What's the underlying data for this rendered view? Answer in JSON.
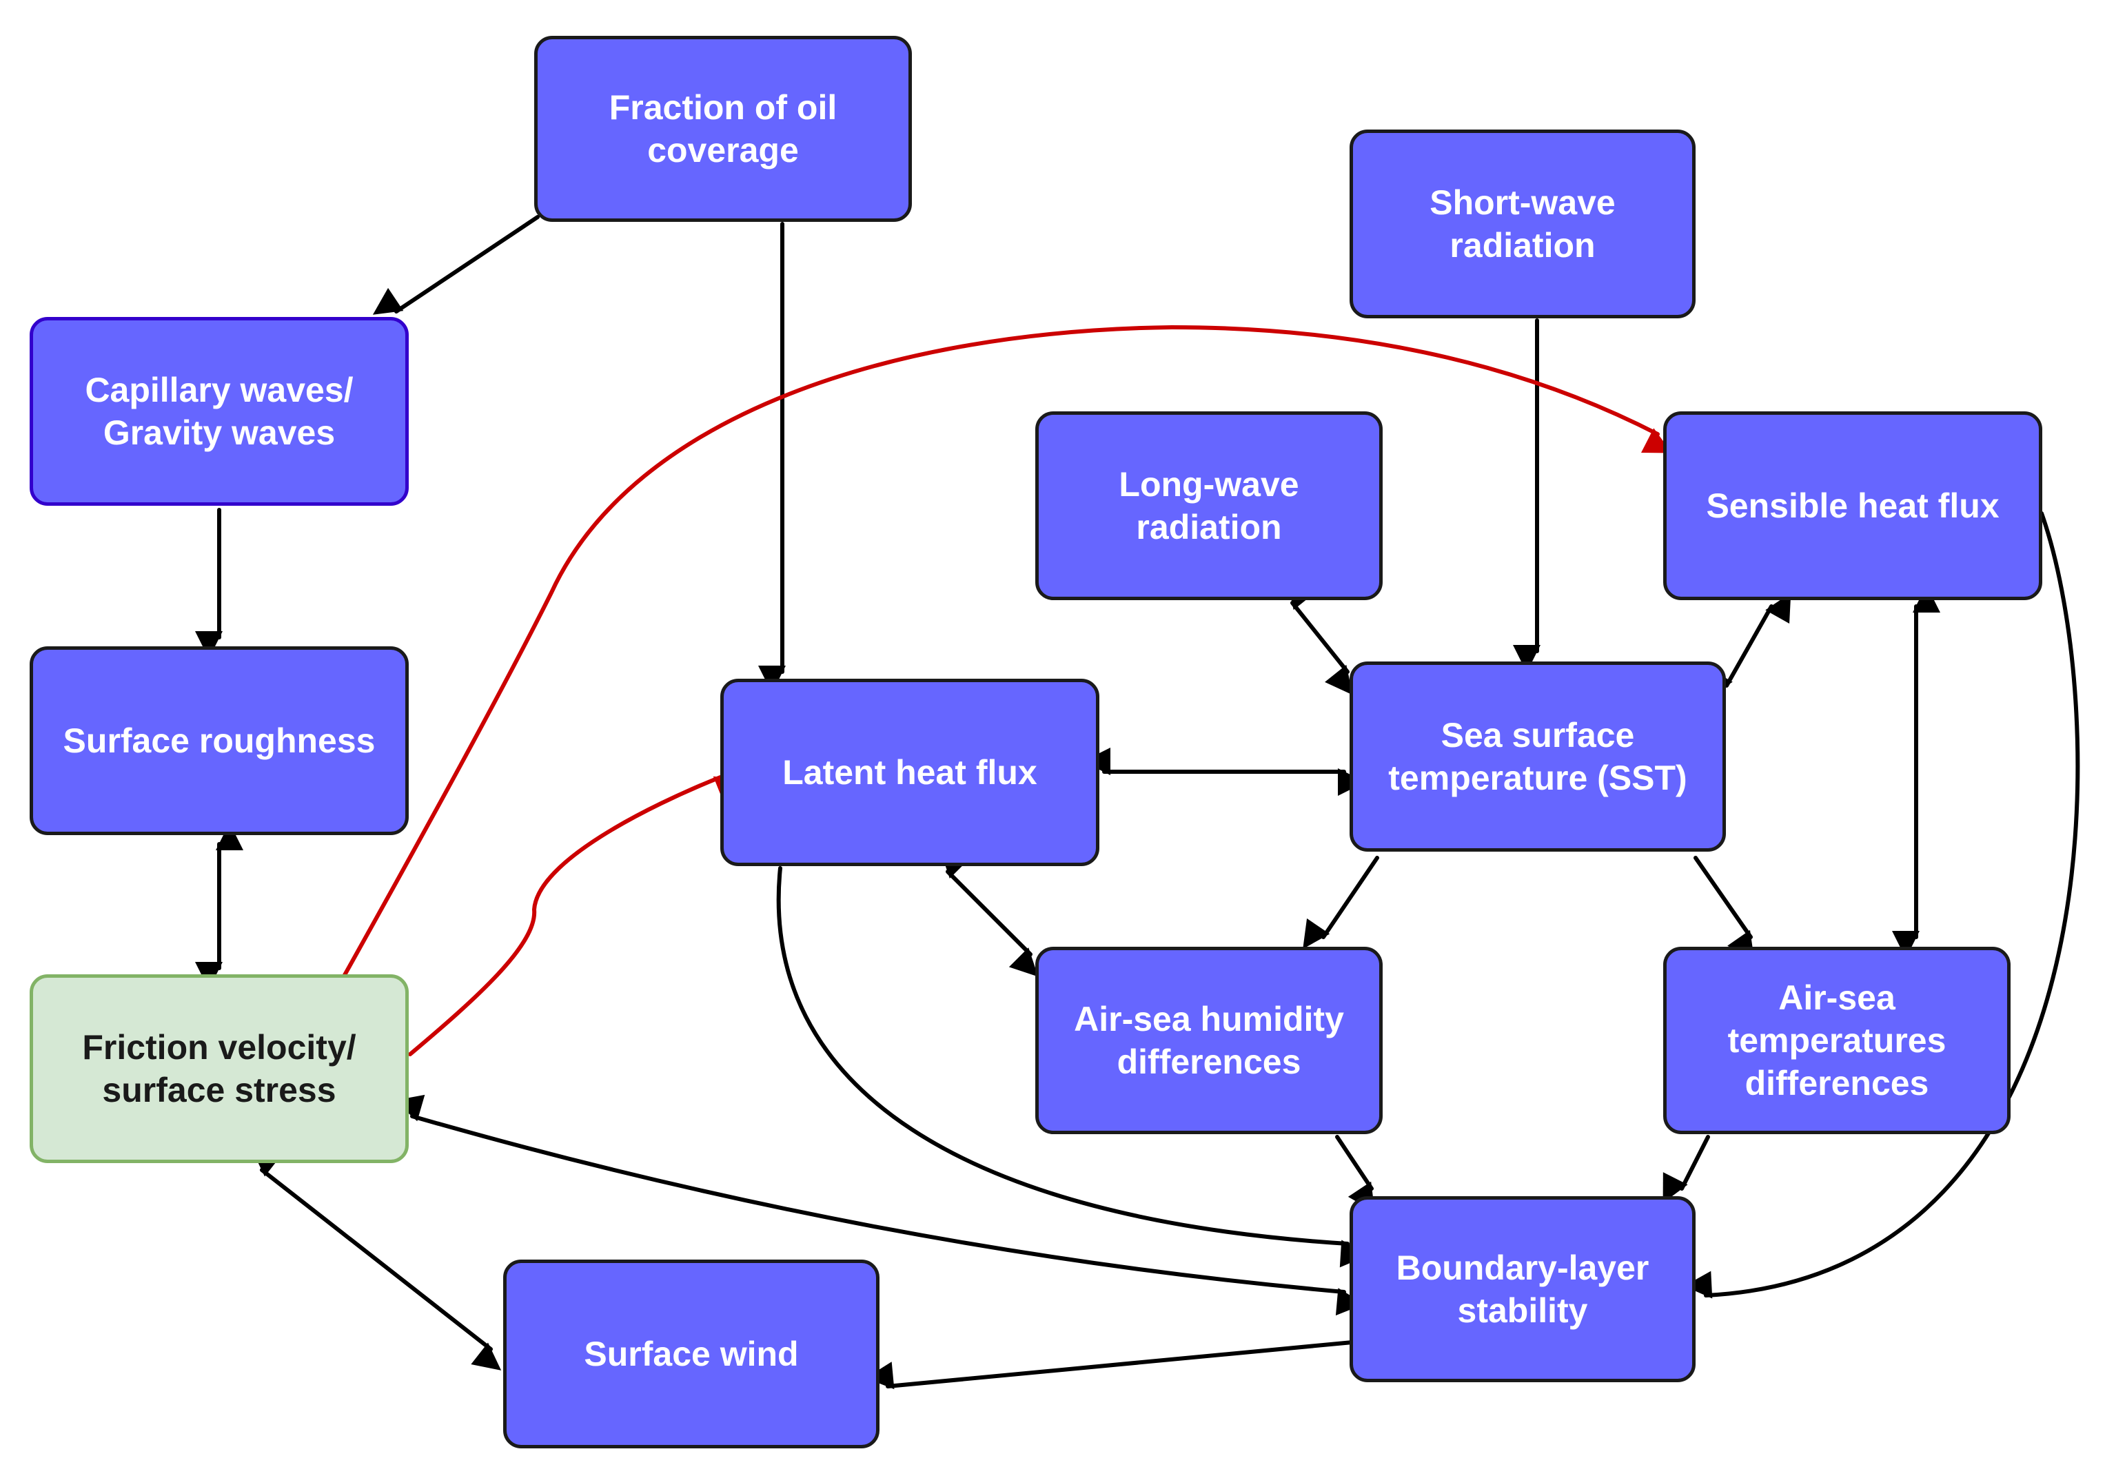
{
  "diagram": {
    "nodes": {
      "oil_coverage": "Fraction of oil\ncoverage",
      "shortwave": "Short-wave\nradiation",
      "capillary": "Capillary waves/\nGravity waves",
      "longwave": "Long-wave\nradiation",
      "sensible": "Sensible heat flux",
      "roughness": "Surface roughness",
      "latent": "Latent heat flux",
      "sst": "Sea surface\ntemperature (SST)",
      "friction": "Friction velocity/\nsurface stress",
      "humidity": "Air-sea humidity\ndifferences",
      "temps": "Air-sea\ntemperatures\ndifferences",
      "stability": "Boundary-layer\nstability",
      "wind": "Surface wind"
    },
    "edges": [
      {
        "from": "oil_coverage",
        "to": "capillary",
        "dir": "one-way",
        "color": "#000000"
      },
      {
        "from": "oil_coverage",
        "to": "latent",
        "dir": "one-way",
        "color": "#000000"
      },
      {
        "from": "shortwave",
        "to": "sst",
        "dir": "one-way",
        "color": "#000000"
      },
      {
        "from": "capillary",
        "to": "roughness",
        "dir": "one-way",
        "color": "#000000"
      },
      {
        "from": "roughness",
        "to": "friction",
        "dir": "two-way",
        "color": "#000000"
      },
      {
        "from": "longwave",
        "to": "sst",
        "dir": "two-way",
        "color": "#000000"
      },
      {
        "from": "sensible",
        "to": "sst",
        "dir": "two-way",
        "color": "#000000"
      },
      {
        "from": "sensible",
        "to": "temps",
        "dir": "two-way",
        "color": "#000000"
      },
      {
        "from": "latent",
        "to": "sst",
        "dir": "two-way",
        "color": "#000000"
      },
      {
        "from": "latent",
        "to": "humidity",
        "dir": "two-way",
        "color": "#000000"
      },
      {
        "from": "sst",
        "to": "humidity",
        "dir": "one-way",
        "color": "#000000"
      },
      {
        "from": "sst",
        "to": "temps",
        "dir": "one-way",
        "color": "#000000"
      },
      {
        "from": "humidity",
        "to": "stability",
        "dir": "one-way",
        "color": "#000000"
      },
      {
        "from": "temps",
        "to": "stability",
        "dir": "one-way",
        "color": "#000000"
      },
      {
        "from": "latent",
        "to": "stability",
        "dir": "one-way",
        "color": "#000000"
      },
      {
        "from": "sensible",
        "to": "stability",
        "dir": "one-way",
        "color": "#000000"
      },
      {
        "from": "friction",
        "to": "stability",
        "dir": "two-way",
        "color": "#000000"
      },
      {
        "from": "friction",
        "to": "wind",
        "dir": "two-way",
        "color": "#000000"
      },
      {
        "from": "stability",
        "to": "wind",
        "dir": "one-way",
        "color": "#000000"
      },
      {
        "from": "friction",
        "to": "sensible",
        "dir": "one-way",
        "color": "#cc0000"
      },
      {
        "from": "friction",
        "to": "latent",
        "dir": "one-way",
        "color": "#cc0000"
      }
    ],
    "colors": {
      "node_fill": "#6666ff",
      "node_border": "#1a1a1a",
      "friction_fill": "#d5e8d4",
      "friction_border": "#82b366",
      "arrow_black": "#000000",
      "arrow_red": "#cc0000"
    }
  }
}
